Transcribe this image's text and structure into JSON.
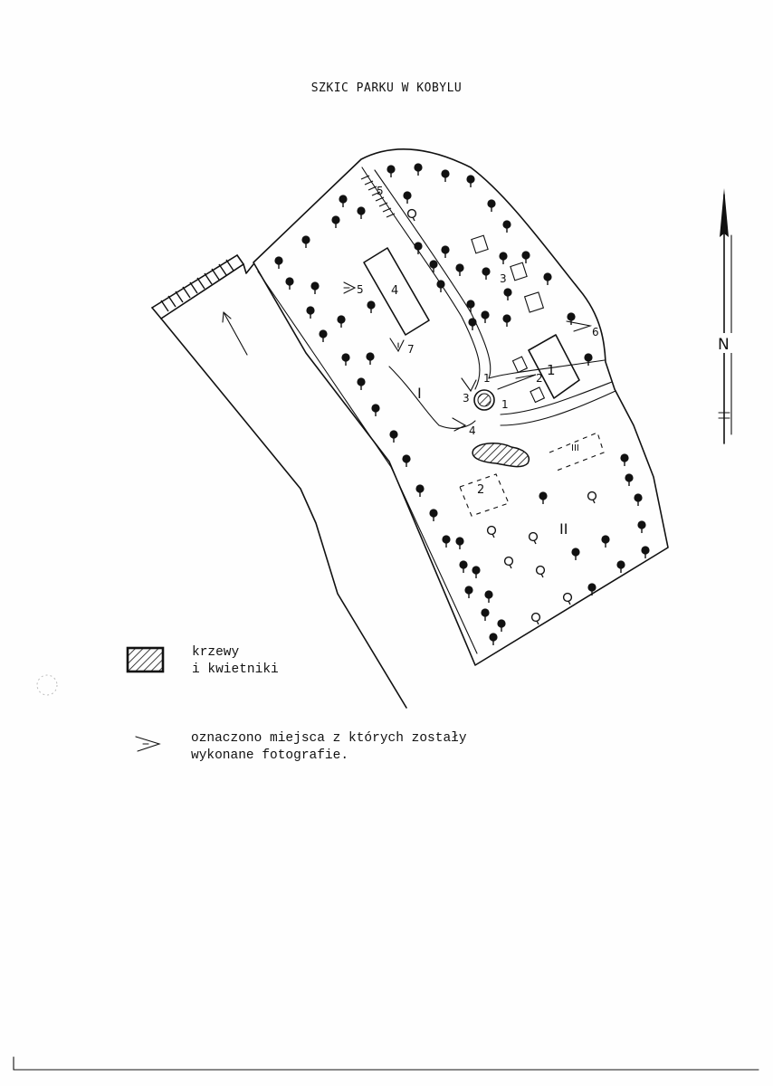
{
  "title": "SZKIC PARKU W KOBYLU",
  "legend": {
    "shrubs_label_line1": "krzewy",
    "shrubs_label_line2": "i kwietniki",
    "photo_label_line1": "oznaczono miejsca z których zostały",
    "photo_label_line2": "wykonane fotografie."
  },
  "compass": {
    "letter": "N"
  },
  "map_labels": {
    "building_1": "1",
    "building_2": "2",
    "building_3": "3",
    "building_4": "4",
    "building_5": "5",
    "zone_I": "I",
    "zone_II": "II",
    "zone_III": "III",
    "photo_1": "1",
    "photo_2": "2",
    "photo_3": "3",
    "photo_4": "4",
    "photo_5": "5",
    "photo_6": "6",
    "photo_7": "7",
    "pond_1": "1"
  },
  "icons": {
    "tree": "tree-icon",
    "photo_marker": "photo-marker-icon",
    "north_arrow": "north-arrow-icon",
    "hatch_swatch": "hatch-swatch-icon"
  }
}
